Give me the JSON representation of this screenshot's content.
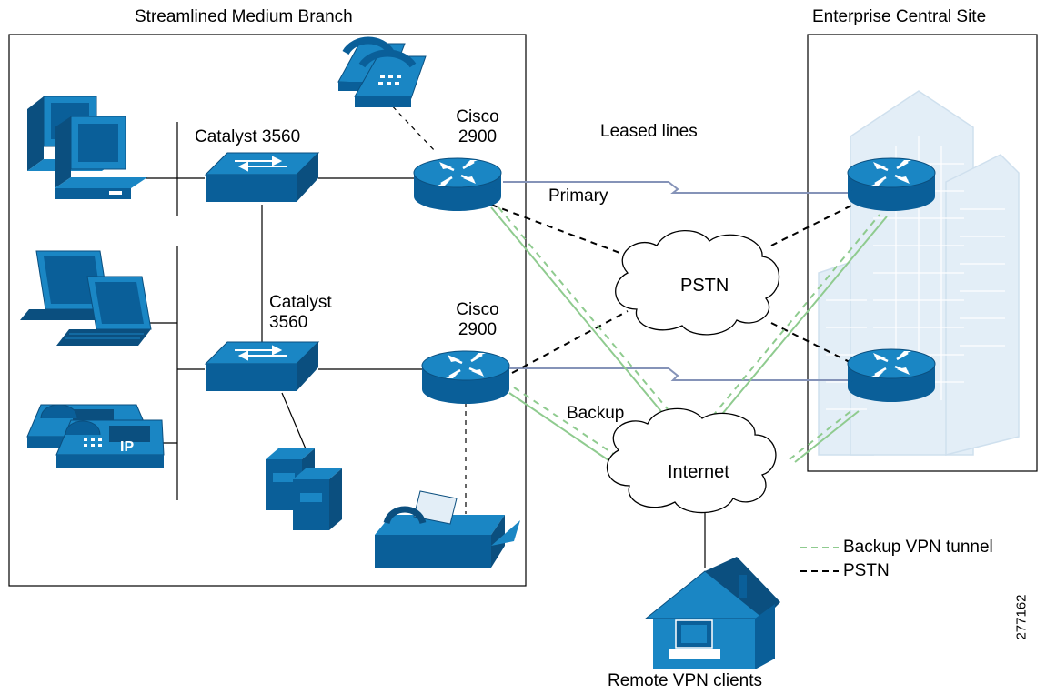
{
  "regions": {
    "branch_title": "Streamlined Medium Branch",
    "central_title": "Enterprise Central Site"
  },
  "devices": {
    "switch_top_label": "Catalyst 3560",
    "switch_bottom_label": "Catalyst\n3560",
    "router_top_label": "Cisco\n2900",
    "router_bottom_label": "Cisco\n2900"
  },
  "links": {
    "leased_lines": "Leased lines",
    "primary": "Primary",
    "backup": "Backup"
  },
  "clouds": {
    "pstn": "PSTN",
    "internet": "Internet"
  },
  "remote": {
    "label": "Remote VPN clients"
  },
  "legend": {
    "items": [
      {
        "label": "Backup VPN tunnel",
        "style": "dashed",
        "color": "#8fcb8f"
      },
      {
        "label": "PSTN",
        "style": "dashed",
        "color": "#000000"
      }
    ]
  },
  "figure_id": "277162",
  "colors": {
    "device_blue": "#0a6aa8",
    "device_dark": "#0b4f7f",
    "leased_line": "#8593b8",
    "vpn_green": "#8fcb8f",
    "building": "#e3eef7"
  },
  "icons": [
    "pc-icon",
    "laptop-icon",
    "ip-phone-icon",
    "switch-icon",
    "router-icon",
    "server-icon",
    "fax-icon",
    "phone-icon",
    "cloud-icon",
    "building-icon",
    "house-icon"
  ]
}
